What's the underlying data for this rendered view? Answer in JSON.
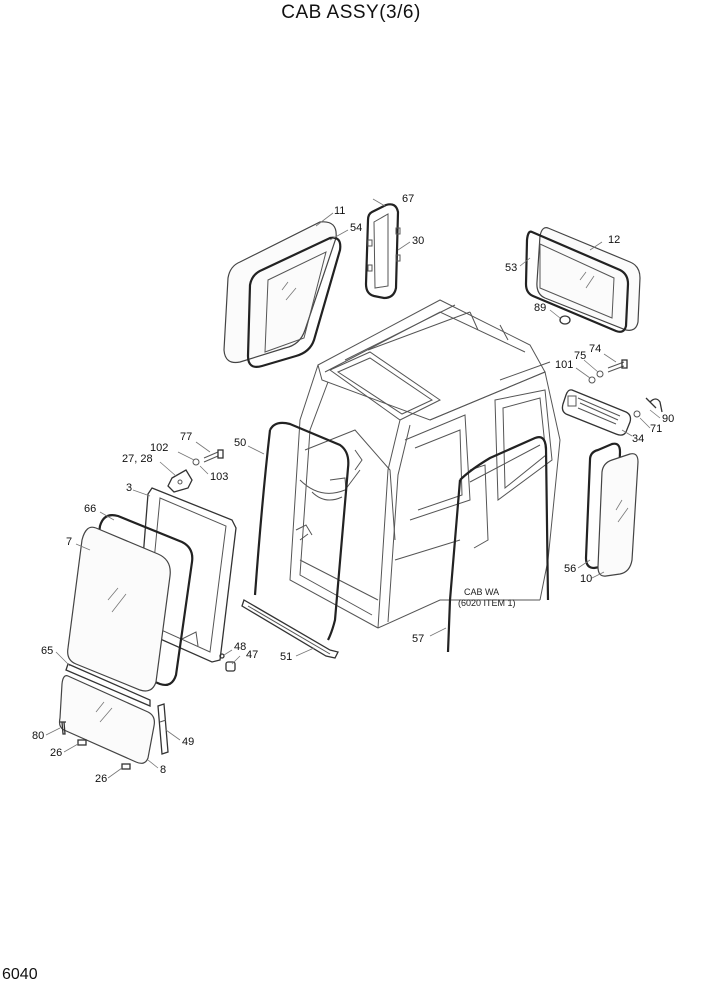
{
  "title": "CAB ASSY(3/6)",
  "page_number": "6040",
  "cab_note_line1": "CAB WA",
  "cab_note_line2": "(6020 ITEM 1)",
  "callouts": [
    {
      "id": "c11",
      "text": "11"
    },
    {
      "id": "c54",
      "text": "54"
    },
    {
      "id": "c67",
      "text": "67"
    },
    {
      "id": "c30",
      "text": "30"
    },
    {
      "id": "c12",
      "text": "12"
    },
    {
      "id": "c53",
      "text": "53"
    },
    {
      "id": "c89",
      "text": "89"
    },
    {
      "id": "c74",
      "text": "74"
    },
    {
      "id": "c75",
      "text": "75"
    },
    {
      "id": "c101",
      "text": "101"
    },
    {
      "id": "c90",
      "text": "90"
    },
    {
      "id": "c71",
      "text": "71"
    },
    {
      "id": "c34",
      "text": "34"
    },
    {
      "id": "c77",
      "text": "77"
    },
    {
      "id": "c102",
      "text": "102"
    },
    {
      "id": "c2728",
      "text": "27, 28"
    },
    {
      "id": "c103",
      "text": "103"
    },
    {
      "id": "c50",
      "text": "50"
    },
    {
      "id": "c3",
      "text": "3"
    },
    {
      "id": "c66",
      "text": "66"
    },
    {
      "id": "c7",
      "text": "7"
    },
    {
      "id": "c48",
      "text": "48"
    },
    {
      "id": "c47",
      "text": "47"
    },
    {
      "id": "c51",
      "text": "51"
    },
    {
      "id": "c65",
      "text": "65"
    },
    {
      "id": "c80",
      "text": "80"
    },
    {
      "id": "c26a",
      "text": "26"
    },
    {
      "id": "c49",
      "text": "49"
    },
    {
      "id": "c8",
      "text": "8"
    },
    {
      "id": "c26b",
      "text": "26"
    },
    {
      "id": "c56",
      "text": "56"
    },
    {
      "id": "c10",
      "text": "10"
    },
    {
      "id": "c57",
      "text": "57"
    }
  ]
}
